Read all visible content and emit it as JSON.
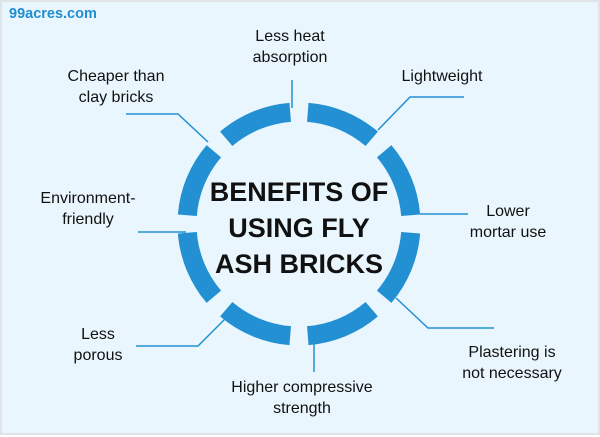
{
  "logo": "99acres.com",
  "title": {
    "line1": "BENEFITS OF",
    "line2": "USING FLY",
    "line3": "ASH BRICKS"
  },
  "benefits": [
    {
      "l1": "Less heat",
      "l2": "absorption"
    },
    {
      "l1": "Lightweight",
      "l2": ""
    },
    {
      "l1": "Lower",
      "l2": "mortar use"
    },
    {
      "l1": "Plastering is",
      "l2": "not necessary"
    },
    {
      "l1": "Higher compressive",
      "l2": "strength"
    },
    {
      "l1": "Less",
      "l2": "porous"
    },
    {
      "l1": "Environment-",
      "l2": "friendly"
    },
    {
      "l1": "Cheaper than",
      "l2": "clay bricks"
    }
  ],
  "colors": {
    "accent": "#2290d2",
    "background": "#eaf6fd"
  }
}
